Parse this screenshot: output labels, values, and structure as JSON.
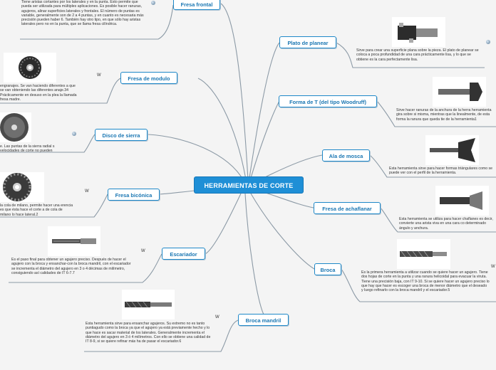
{
  "central": "HERRAMIENTAS DE CORTE",
  "left": [
    {
      "id": "fresa-frontal",
      "label": "Fresa frontal",
      "desc": "Tiene aristas cortantes por los laterales y en la punta. Esto permite que pueda ser utilizada para múltiples aplicaciones. Es posible hacer ranuras, agujeros, alinar superficies laterales y frontales. El número de puntas es variable, generalmente son de 2 a 4 puntas, y en cuanto es necesaria más precisión pueden haber 6. También hay otro tipo, en que sólo hay aristas laterales pero no en la punta, que se llama fresa cilíndrica."
    },
    {
      "id": "fresa-de-modulo",
      "label": "Fresa de modulo",
      "desc": "engranajes. Se van haciendo diferentes a que se van obteniendo las diferentes anaje.34 Prácticamente en desuso en la plea la llamada fresa madre."
    },
    {
      "id": "disco-de-sierra",
      "label": "Disco de sierra",
      "desc": "e. Las puntas de la sierra radial s velocidades de corte no pueden"
    },
    {
      "id": "fresa-biconica",
      "label": "Fresa bicónica",
      "desc": "la cola de milano, permite hacer una erencia es que ésta hace el corte a de cola de milano lo hace lateral.2"
    },
    {
      "id": "escariador",
      "label": "Escariador",
      "desc": "Es el paso final para obtener un agujero preciso. Después de hacer el agujero con la broca y ensanchar-con la broca mandril, con el escariador se incrementa el diámetro del agujero en 3 o 4 décimas de milímetro, consiguiendo así calidades de IT 6-7.7"
    },
    {
      "id": "broca-mandril",
      "label": "Broca mandril",
      "desc": "Esta herramienta sirve para ensanchar agujeros. Su extremo no es tanto puntiagudo como la broca ya que el agujero ya está previamente hecho y lo que hace es sacar material de los laterales. Generalmente incrementa el diámetro del agujero en 3 ó 4 milímetros. Con ello se obtiene una calidad de IT 8-9, si se quiere refinar más ha de pasar el escariador.6"
    }
  ],
  "right": [
    {
      "id": "plato-de-planear",
      "label": "Plato de planear",
      "desc": "Sirve para crear una superficie plana sobre la pieza. El plato de planear se coloca a poca profundidad de una cara prácticamente lisa, y lo que se obtiene es la cara perfectamente lisa."
    },
    {
      "id": "forma-de-t",
      "label": "Forma de T (del tipo Woodruff)",
      "desc": "Sirve hacer ranuras de la anchura de la herra herramienta gira sobre si misma, mientras que la linealmente, de esta forma la ranura que queda tie de la herramienta1"
    },
    {
      "id": "ala-de-mosca",
      "label": "Ala de mosca",
      "desc": "Esta herramienta sirve para hacer formas triángulares como se puede ver con el perfil de la herramienta."
    },
    {
      "id": "fresa-de-achaflanar",
      "label": "Fresa de achaflanar",
      "desc": "Esta herramienta se utiliza para hacer chaflanes es decir, convierte una arista viva en una cara co determinado ángulo y anchura."
    },
    {
      "id": "broca",
      "label": "Broca",
      "desc": "Es la primera herramienta a utilizar cuando se quiere hacer un agujero. Tiene dos hojas de corte en la punta y una ranura helicoidal para evacuar la viruta. Tiene una precisión baja, con IT 9-10. Si se quiere hacer un agujero preciso lo que hay que hacer es escoger una broca de menor diámetro que el deseado y luego refinarlo con la broca mandril y el escariador.5"
    }
  ],
  "marks": {
    "word": "W"
  },
  "colors": {
    "central_bg": "#1f8fd6",
    "node_border": "#1e88c8",
    "node_text": "#1b77b3",
    "link": "#8c9aa6"
  },
  "icons": {
    "pin": "pin-icon",
    "word": "word-doc-icon",
    "thumb": "tool-photo"
  }
}
